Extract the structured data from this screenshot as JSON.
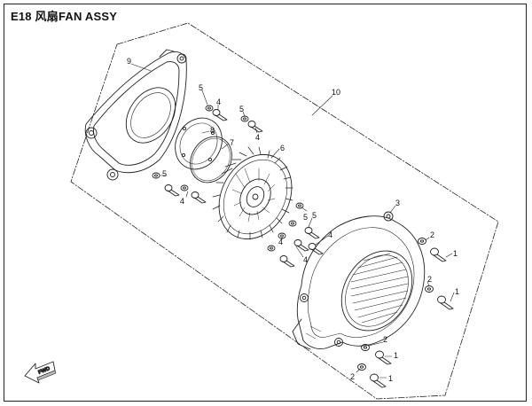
{
  "title": "E18 风扇FAN ASSY",
  "callouts": {
    "c1a": "1",
    "c1b": "1",
    "c1c": "1",
    "c1d": "1",
    "c2a": "2",
    "c2b": "2",
    "c2c": "2",
    "c2d": "2",
    "c3": "3",
    "c4a": "4",
    "c4b": "4",
    "c4c": "4",
    "c4d": "4",
    "c4e": "4",
    "c4f": "4",
    "c5a": "5",
    "c5b": "5",
    "c5c": "5",
    "c5d": "5",
    "c5e": "5",
    "c6": "6",
    "c7": "7",
    "c8": "8",
    "c9": "9",
    "c10": "10"
  },
  "direction_label": "FWD"
}
